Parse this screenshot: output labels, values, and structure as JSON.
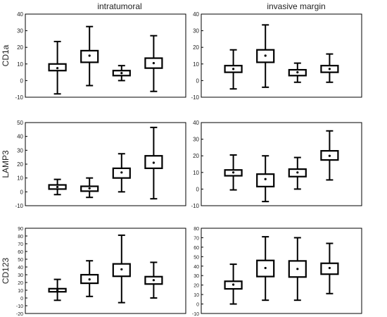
{
  "column_titles": [
    "intratumoral",
    "invasive margin"
  ],
  "chart_data": [
    {
      "type": "box",
      "row_label": "CD1a",
      "column": "intratumoral",
      "ylim": [
        -10,
        40
      ],
      "yticks": [
        -10,
        0,
        10,
        20,
        30,
        40
      ],
      "boxes": [
        {
          "whisker_low": -8,
          "q1": 6,
          "mean": 7.5,
          "q3": 10,
          "whisker_high": 23.5
        },
        {
          "whisker_low": -3,
          "q1": 11,
          "mean": 15,
          "q3": 18,
          "whisker_high": 32.5
        },
        {
          "whisker_low": 0,
          "q1": 3,
          "mean": 4.5,
          "q3": 6,
          "whisker_high": 9
        },
        {
          "whisker_low": -6.5,
          "q1": 7.5,
          "mean": 10.5,
          "q3": 13.5,
          "whisker_high": 27
        }
      ]
    },
    {
      "type": "box",
      "row_label": "",
      "column": "invasive margin",
      "ylim": [
        -10,
        40
      ],
      "yticks": [
        -10,
        0,
        10,
        20,
        30,
        40
      ],
      "boxes": [
        {
          "whisker_low": -5,
          "q1": 5,
          "mean": 7,
          "q3": 9,
          "whisker_high": 18.5
        },
        {
          "whisker_low": -4,
          "q1": 11,
          "mean": 15,
          "q3": 18.5,
          "whisker_high": 33.5
        },
        {
          "whisker_low": -1,
          "q1": 3,
          "mean": 5,
          "q3": 6.5,
          "whisker_high": 10.5
        },
        {
          "whisker_low": -1,
          "q1": 5,
          "mean": 7,
          "q3": 9,
          "whisker_high": 16
        }
      ]
    },
    {
      "type": "box",
      "row_label": "LAMP3",
      "column": "intratumoral",
      "ylim": [
        -10,
        50
      ],
      "yticks": [
        -10,
        0,
        10,
        20,
        30,
        40,
        50
      ],
      "boxes": [
        {
          "whisker_low": -2,
          "q1": 2,
          "mean": 3.5,
          "q3": 5,
          "whisker_high": 9
        },
        {
          "whisker_low": -4,
          "q1": 0.5,
          "mean": 2.5,
          "q3": 4,
          "whisker_high": 10
        },
        {
          "whisker_low": 0,
          "q1": 10,
          "mean": 14,
          "q3": 17,
          "whisker_high": 27.5
        },
        {
          "whisker_low": -5,
          "q1": 17,
          "mean": 21,
          "q3": 26,
          "whisker_high": 46.5
        }
      ]
    },
    {
      "type": "box",
      "row_label": "",
      "column": "invasive margin",
      "ylim": [
        -10,
        40
      ],
      "yticks": [
        -10,
        0,
        10,
        20,
        30,
        40
      ],
      "boxes": [
        {
          "whisker_low": -0.5,
          "q1": 8,
          "mean": 10,
          "q3": 11.5,
          "whisker_high": 20.5
        },
        {
          "whisker_low": -7.5,
          "q1": 1.5,
          "mean": 6,
          "q3": 9,
          "whisker_high": 20
        },
        {
          "whisker_low": 0,
          "q1": 7.5,
          "mean": 10,
          "q3": 12,
          "whisker_high": 19
        },
        {
          "whisker_low": 5.5,
          "q1": 17.5,
          "mean": 20,
          "q3": 23,
          "whisker_high": 35
        }
      ]
    },
    {
      "type": "box",
      "row_label": "CD123",
      "column": "intratumoral",
      "ylim": [
        -20,
        90
      ],
      "yticks": [
        -20,
        -10,
        0,
        10,
        20,
        30,
        40,
        50,
        60,
        70,
        80,
        90
      ],
      "boxes": [
        {
          "whisker_low": -3,
          "q1": 8,
          "mean": 10,
          "q3": 12,
          "whisker_high": 24
        },
        {
          "whisker_low": 2,
          "q1": 19,
          "mean": 24,
          "q3": 30,
          "whisker_high": 48
        },
        {
          "whisker_low": -6,
          "q1": 28,
          "mean": 37,
          "q3": 44,
          "whisker_high": 81
        },
        {
          "whisker_low": 0,
          "q1": 18,
          "mean": 23,
          "q3": 27.5,
          "whisker_high": 46
        }
      ]
    },
    {
      "type": "box",
      "row_label": "",
      "column": "invasive margin",
      "ylim": [
        -10,
        80
      ],
      "yticks": [
        -10,
        0,
        10,
        20,
        30,
        40,
        50,
        60,
        70,
        80
      ],
      "boxes": [
        {
          "whisker_low": 0,
          "q1": 16,
          "mean": 20.5,
          "q3": 24,
          "whisker_high": 42
        },
        {
          "whisker_low": 4,
          "q1": 29,
          "mean": 38,
          "q3": 46,
          "whisker_high": 71
        },
        {
          "whisker_low": 4,
          "q1": 28.5,
          "mean": 37,
          "q3": 45.5,
          "whisker_high": 70
        },
        {
          "whisker_low": 11,
          "q1": 31.5,
          "mean": 38,
          "q3": 43,
          "whisker_high": 64
        }
      ]
    }
  ]
}
